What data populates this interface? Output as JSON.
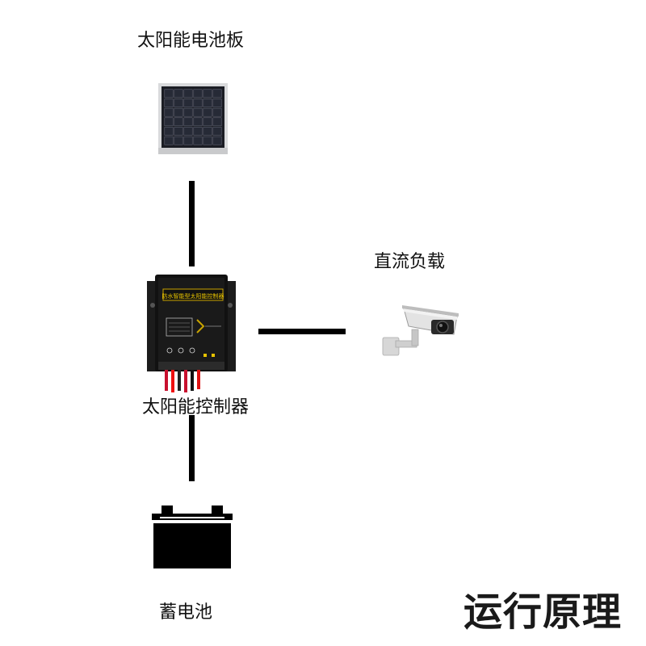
{
  "diagram": {
    "title": "运行原理",
    "nodes": {
      "solar_panel": {
        "label": "太阳能电池板",
        "icon": "solar-panel-icon"
      },
      "controller": {
        "label": "太阳能控制器",
        "icon": "solar-controller-icon",
        "device_text": "防水智能型太阳能控制器"
      },
      "load": {
        "label": "直流负载",
        "icon": "cctv-camera-icon"
      },
      "battery": {
        "label": "蓄电池",
        "icon": "battery-icon"
      }
    },
    "edges": [
      {
        "from": "solar_panel",
        "to": "controller"
      },
      {
        "from": "controller",
        "to": "load"
      },
      {
        "from": "controller",
        "to": "battery"
      }
    ]
  }
}
